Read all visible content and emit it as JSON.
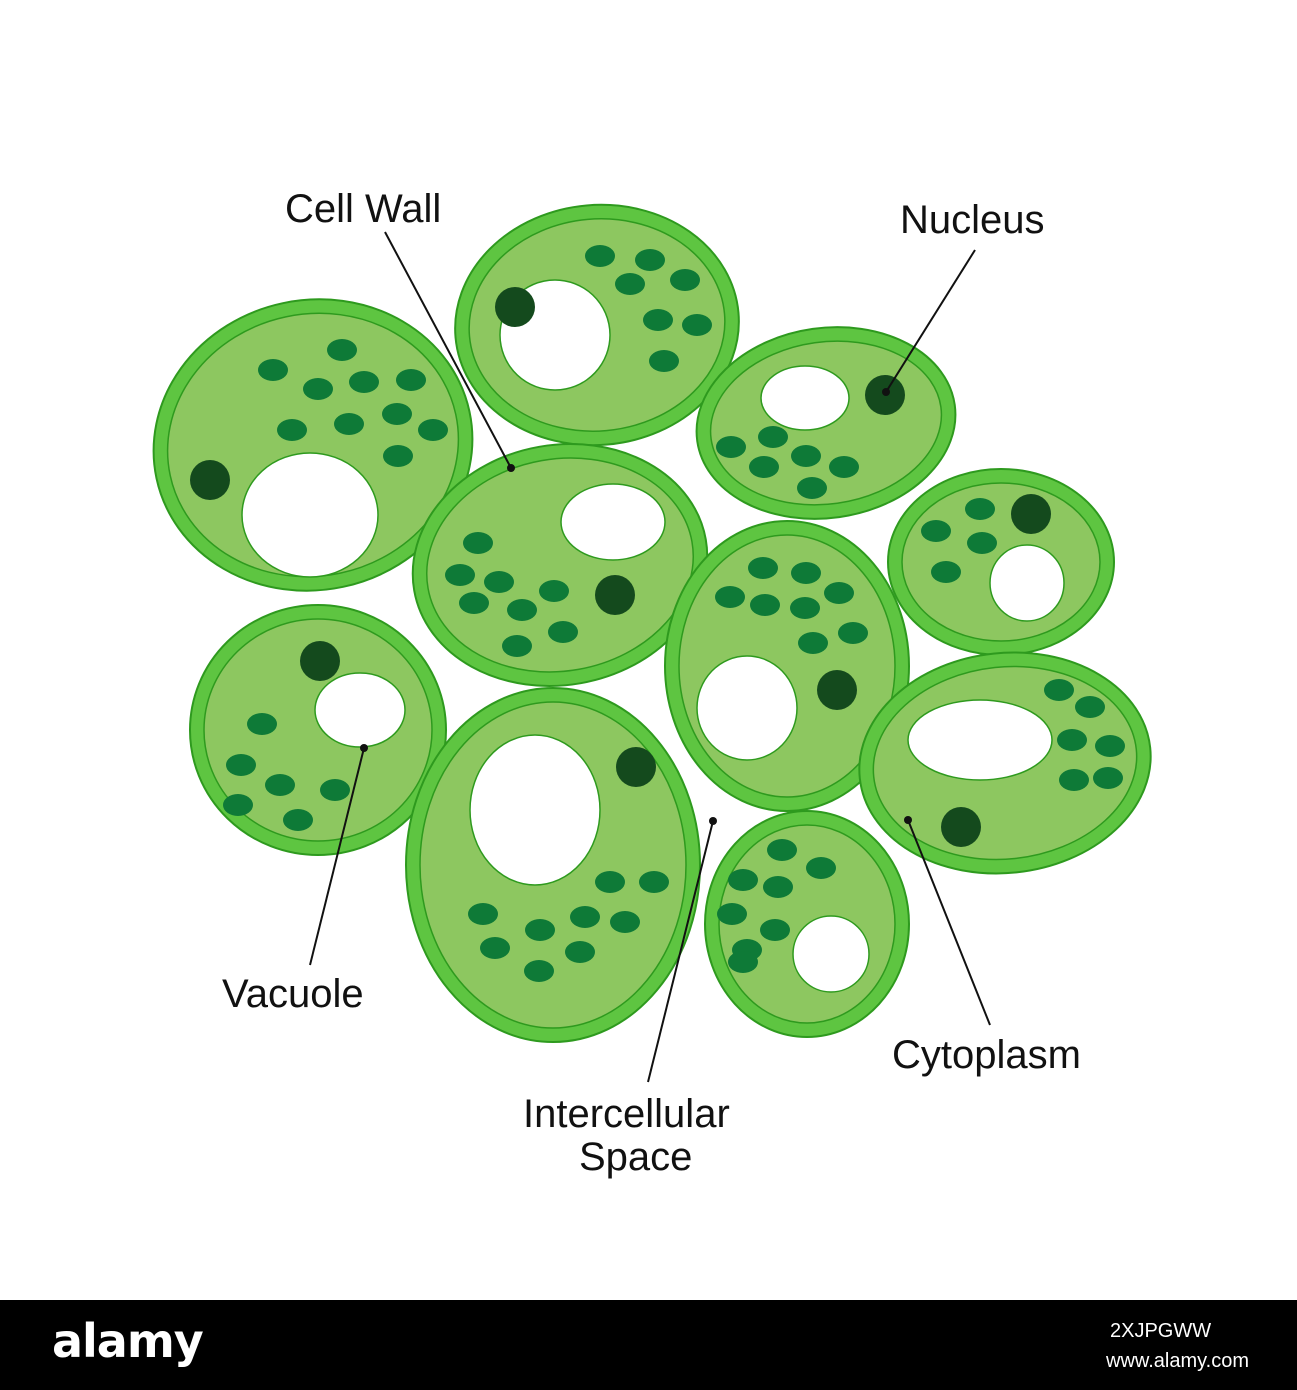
{
  "labels": {
    "cell_wall": "Cell Wall",
    "nucleus": "Nucleus",
    "vacuole": "Vacuole",
    "intercellular_line1": "Intercellular",
    "intercellular_line2": "Space",
    "cytoplasm": "Cytoplasm"
  },
  "footer": {
    "logo": "alamy",
    "image_id": "2XJPGWW",
    "url": "www.alamy.com"
  },
  "colors": {
    "cell_wall": "#5ec541",
    "cytoplasm": "#8dc760",
    "outline": "#2e9a1e",
    "chloroplast": "#0e7a37",
    "nucleus": "#144a1d",
    "vacuole": "#ffffff"
  }
}
